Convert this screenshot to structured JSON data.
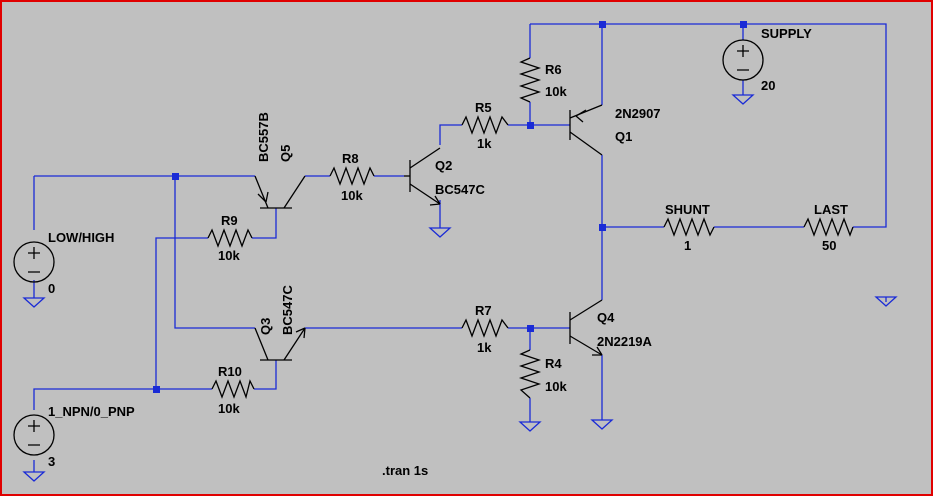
{
  "colors": {
    "wire": "#1a2bd6",
    "component": "#000000",
    "background": "#c0c0c0",
    "border": "#e00000"
  },
  "sources": {
    "supply": {
      "name": "SUPPLY",
      "value": "20"
    },
    "lowhigh": {
      "name": "LOW/HIGH",
      "value": "0"
    },
    "npnpnp": {
      "name": "1_NPN/0_PNP",
      "value": "3"
    }
  },
  "resistors": {
    "r4": {
      "name": "R4",
      "value": "10k"
    },
    "r5": {
      "name": "R5",
      "value": "1k"
    },
    "r6": {
      "name": "R6",
      "value": "10k"
    },
    "r7": {
      "name": "R7",
      "value": "1k"
    },
    "r8": {
      "name": "R8",
      "value": "10k"
    },
    "r9": {
      "name": "R9",
      "value": "10k"
    },
    "r10": {
      "name": "R10",
      "value": "10k"
    },
    "shunt": {
      "name": "SHUNT",
      "value": "1"
    },
    "last": {
      "name": "LAST",
      "value": "50"
    }
  },
  "transistors": {
    "q1": {
      "name": "Q1",
      "model": "2N2907"
    },
    "q2": {
      "name": "Q2",
      "model": "BC547C"
    },
    "q3": {
      "name": "Q3",
      "model": "BC547C"
    },
    "q4": {
      "name": "Q4",
      "model": "2N2219A"
    },
    "q5": {
      "name": "Q5",
      "model": "BC557B"
    }
  },
  "directive": ".tran 1s"
}
